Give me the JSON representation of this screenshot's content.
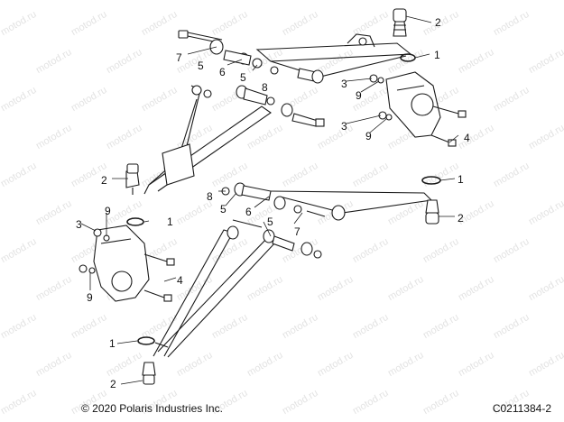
{
  "watermark": "motod.ru",
  "callouts": {
    "c1a": "1",
    "c1b": "1",
    "c1c": "1",
    "c1d": "1",
    "c2a": "2",
    "c2b": "2",
    "c2c": "2",
    "c2d": "2",
    "c3a": "3",
    "c3b": "3",
    "c3c": "3",
    "c4a": "4",
    "c4b": "4",
    "c5a": "5",
    "c5b": "5",
    "c5c": "5",
    "c5d": "5",
    "c6a": "6",
    "c6b": "6",
    "c7a": "7",
    "c7b": "7",
    "c8a": "8",
    "c8b": "8",
    "c9a": "9",
    "c9b": "9",
    "c9c": "9",
    "c9d": "9"
  },
  "footer": {
    "copyright": "© 2020 Polaris Industries Inc.",
    "drawing_id": "C0211384-2"
  }
}
